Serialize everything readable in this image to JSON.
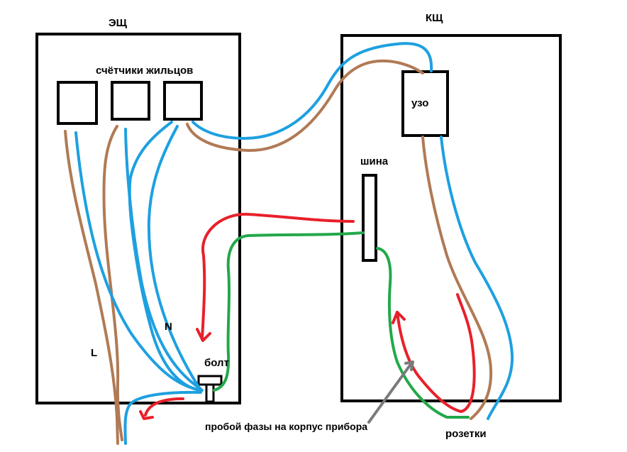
{
  "diagram": {
    "title_left_panel": "ЭЩ",
    "title_right_panel": "КЩ",
    "meters_label": "счётчики жильцов",
    "rcd_label": "узо",
    "bus_label": "шина",
    "bolt_label": "болт",
    "neutral_label": "N",
    "line_label": "L",
    "fault_label": "пробой фазы на корпус прибора",
    "sockets_label": "розетки"
  },
  "colors": {
    "brown": "#b07a55",
    "blue": "#1ea0e0",
    "red": "#e8202a",
    "green": "#22a84a",
    "gray": "#7a7a7a",
    "black": "#000000"
  }
}
